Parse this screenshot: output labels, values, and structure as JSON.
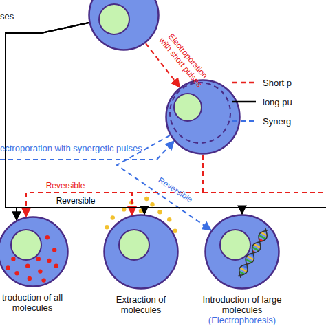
{
  "diagram": {
    "nodes": [
      {
        "text": []
      },
      {
        "text": []
      },
      {
        "text": [
          "troduction of all molecules"
        ]
      },
      {
        "text": [
          "Extraction of molecules"
        ]
      },
      {
        "text": [
          "Introduction of large molecules",
          "(Electrophoresis)"
        ]
      }
    ],
    "edges": [
      {
        "from": 0,
        "to": 1,
        "arrow": "to",
        "label": "Electroporation with short pulses"
      },
      {
        "from": 1,
        "to": 4,
        "arrow": "to",
        "label": "Reversible"
      },
      {
        "from": 1,
        "to": 2,
        "arrow": "to",
        "label": "Reversible"
      },
      {
        "from": 1,
        "to": 3,
        "arrow": "to"
      },
      {
        "from": 0,
        "to": 2,
        "arrow": "to",
        "label": "Reversible"
      },
      {
        "from": 0,
        "to": 3,
        "arrow": "to"
      },
      {
        "from": 0,
        "to": 4,
        "arrow": "to"
      }
    ],
    "labels": [
      "ses",
      "ectroporation with synergetic pulses"
    ],
    "legend": [
      {
        "text": "Short p",
        "color": "#e8201c"
      },
      {
        "text": "long pu",
        "color": "#000000"
      },
      {
        "text": "Synerg",
        "color": "#3b6fe3"
      }
    ]
  }
}
